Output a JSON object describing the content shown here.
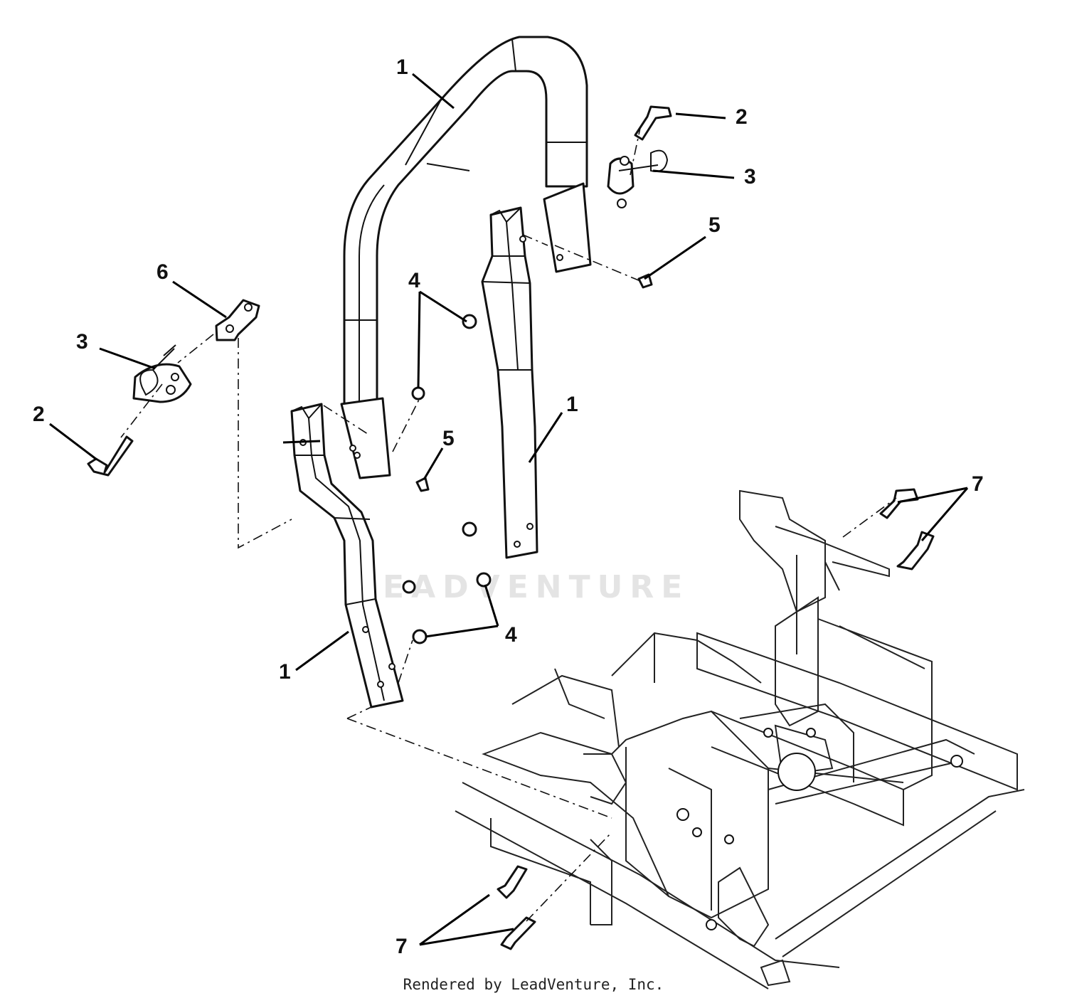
{
  "watermark": "LEADVENTURE",
  "footer": "Rendered by LeadVenture, Inc.",
  "callouts": [
    {
      "id": "c1-top",
      "label": "1"
    },
    {
      "id": "c1-right",
      "label": "1"
    },
    {
      "id": "c1-left",
      "label": "1"
    },
    {
      "id": "c2-right",
      "label": "2"
    },
    {
      "id": "c2-left",
      "label": "2"
    },
    {
      "id": "c3-right",
      "label": "3"
    },
    {
      "id": "c3-left",
      "label": "3"
    },
    {
      "id": "c4-upper",
      "label": "4"
    },
    {
      "id": "c4-lower",
      "label": "4"
    },
    {
      "id": "c5-right",
      "label": "5"
    },
    {
      "id": "c5-center",
      "label": "5"
    },
    {
      "id": "c6",
      "label": "6"
    },
    {
      "id": "c7-right",
      "label": "7"
    },
    {
      "id": "c7-bottom",
      "label": "7"
    }
  ]
}
